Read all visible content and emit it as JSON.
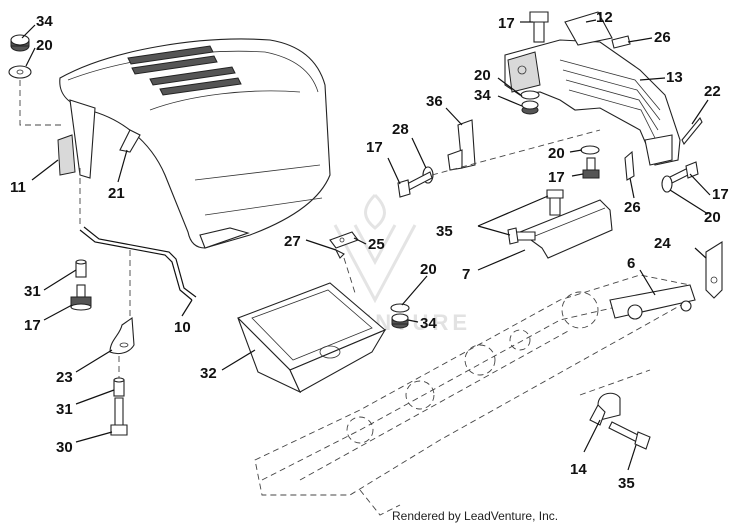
{
  "callouts": [
    {
      "id": "34a",
      "text": "34"
    },
    {
      "id": "20a",
      "text": "20"
    },
    {
      "id": "11",
      "text": "11"
    },
    {
      "id": "21",
      "text": "21"
    },
    {
      "id": "31a",
      "text": "31"
    },
    {
      "id": "17a",
      "text": "17"
    },
    {
      "id": "10",
      "text": "10"
    },
    {
      "id": "23",
      "text": "23"
    },
    {
      "id": "31b",
      "text": "31"
    },
    {
      "id": "30",
      "text": "30"
    },
    {
      "id": "27",
      "text": "27"
    },
    {
      "id": "25",
      "text": "25"
    },
    {
      "id": "32",
      "text": "32"
    },
    {
      "id": "20b",
      "text": "20"
    },
    {
      "id": "34b",
      "text": "34"
    },
    {
      "id": "17b",
      "text": "17"
    },
    {
      "id": "12",
      "text": "12"
    },
    {
      "id": "26a",
      "text": "26"
    },
    {
      "id": "13",
      "text": "13"
    },
    {
      "id": "20c",
      "text": "20"
    },
    {
      "id": "34c",
      "text": "34"
    },
    {
      "id": "36",
      "text": "36"
    },
    {
      "id": "22",
      "text": "22"
    },
    {
      "id": "28",
      "text": "28"
    },
    {
      "id": "17c",
      "text": "17"
    },
    {
      "id": "20d",
      "text": "20"
    },
    {
      "id": "17d",
      "text": "17"
    },
    {
      "id": "17e",
      "text": "17"
    },
    {
      "id": "26b",
      "text": "26"
    },
    {
      "id": "20e",
      "text": "20"
    },
    {
      "id": "35a",
      "text": "35"
    },
    {
      "id": "24",
      "text": "24"
    },
    {
      "id": "6",
      "text": "6"
    },
    {
      "id": "7",
      "text": "7"
    },
    {
      "id": "14",
      "text": "14"
    },
    {
      "id": "35b",
      "text": "35"
    }
  ],
  "watermark": "LEADVENTURE",
  "footer": "Rendered by LeadVenture, Inc."
}
